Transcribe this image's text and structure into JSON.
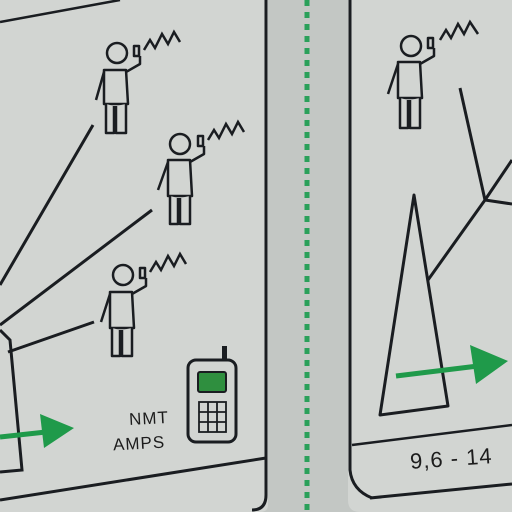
{
  "sign": {
    "network_label_1": "NMT",
    "network_label_2": "AMPS",
    "range_text": "9,6 - 14"
  },
  "icons": {
    "person": "person-phone-icon",
    "signal": "signal-zigzag-icon",
    "phone": "mobile-phone-icon",
    "arrow": "green-arrow-icon",
    "tower": "antenna-tower-icon"
  },
  "colors": {
    "panel": "#d3d6d3",
    "ink": "#1a1d21",
    "green": "#1f9a4a",
    "phone_screen": "#2f8f3f"
  }
}
